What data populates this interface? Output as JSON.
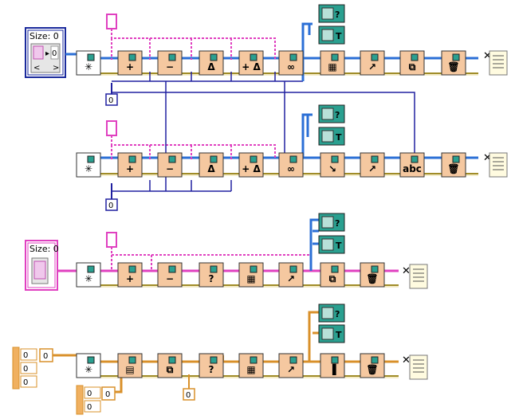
{
  "rows": [
    {
      "id": "row1",
      "size_label": "Size: 0",
      "size_value": "0",
      "constant": "0",
      "nodes": [
        {
          "name": "create-node",
          "glyph": "✳"
        },
        {
          "name": "add-node",
          "glyph": "+"
        },
        {
          "name": "subtract-node",
          "glyph": "−"
        },
        {
          "name": "difference-node",
          "glyph": "Δ"
        },
        {
          "name": "add-delta-node",
          "glyph": "+ Δ"
        },
        {
          "name": "link-node",
          "glyph": "∞"
        },
        {
          "name": "to-array-node",
          "glyph": "▦"
        },
        {
          "name": "from-array-node",
          "glyph": "↗"
        },
        {
          "name": "copy-node",
          "glyph": "⧉"
        },
        {
          "name": "delete-node",
          "glyph": "🗑"
        }
      ],
      "side_nodes": [
        {
          "name": "empty-query-node",
          "glyph": "?"
        },
        {
          "name": "type-node",
          "glyph": "T"
        }
      ]
    },
    {
      "id": "row2",
      "constant": "0",
      "nodes": [
        {
          "name": "create-node",
          "glyph": "✳"
        },
        {
          "name": "add-node",
          "glyph": "+"
        },
        {
          "name": "subtract-node",
          "glyph": "−"
        },
        {
          "name": "difference-node",
          "glyph": "Δ"
        },
        {
          "name": "add-delta-node",
          "glyph": "+ Δ"
        },
        {
          "name": "link-node",
          "glyph": "∞"
        },
        {
          "name": "insert-node",
          "glyph": "↘"
        },
        {
          "name": "remove-node",
          "glyph": "↗"
        },
        {
          "name": "string-node",
          "glyph": "abc"
        },
        {
          "name": "delete-node",
          "glyph": "🗑"
        }
      ],
      "side_nodes": [
        {
          "name": "empty-query-node",
          "glyph": "?"
        },
        {
          "name": "type-node",
          "glyph": "T"
        }
      ]
    },
    {
      "id": "row3",
      "size_label": "Size: 0",
      "nodes": [
        {
          "name": "create-node",
          "glyph": "✳"
        },
        {
          "name": "add-node",
          "glyph": "+"
        },
        {
          "name": "subtract-node",
          "glyph": "−"
        },
        {
          "name": "query-node",
          "glyph": "?"
        },
        {
          "name": "to-array-node",
          "glyph": "▦"
        },
        {
          "name": "from-array-node",
          "glyph": "↗"
        },
        {
          "name": "copy-node",
          "glyph": "⧉"
        },
        {
          "name": "delete-node",
          "glyph": "🗑"
        }
      ],
      "side_nodes": [
        {
          "name": "empty-query-node",
          "glyph": "?"
        },
        {
          "name": "type-node",
          "glyph": "T"
        }
      ]
    },
    {
      "id": "row4",
      "array_values": [
        "0",
        "0",
        "0"
      ],
      "array_index": "0",
      "array2_values": [
        "0",
        "0"
      ],
      "array2_index": "0",
      "constant": "0",
      "nodes": [
        {
          "name": "create-node",
          "glyph": "✳"
        },
        {
          "name": "build-node",
          "glyph": "▤"
        },
        {
          "name": "split-node",
          "glyph": "⧉"
        },
        {
          "name": "lookup-node",
          "glyph": "?"
        },
        {
          "name": "to-array-node",
          "glyph": "▦"
        },
        {
          "name": "from-array-node",
          "glyph": "↗"
        },
        {
          "name": "merge-node",
          "glyph": "▐"
        },
        {
          "name": "delete-node",
          "glyph": "🗑"
        }
      ],
      "side_nodes": [
        {
          "name": "empty-query-node",
          "glyph": "?"
        },
        {
          "name": "type-node",
          "glyph": "T"
        }
      ]
    }
  ],
  "colors": {
    "ref_wire_blue": "#2b6fd6",
    "ref_wire_pink": "#e040c0",
    "ref_wire_orange": "#d9902a",
    "int_wire": "#2020a0",
    "node_fill": "#f5c8a0",
    "node_border": "#333333",
    "error_wire": "#a08c28",
    "teal": "#2aa090"
  }
}
